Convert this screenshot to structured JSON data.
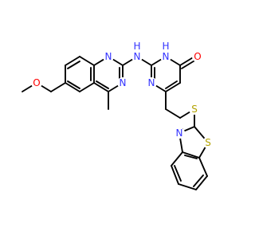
{
  "figure": {
    "kind": "chemical structure",
    "background": "#ffffff",
    "bond_color": "#000000"
  },
  "atom_colors": {
    "N": "#3333ff",
    "O": "#ff0000",
    "S": "#b2a200"
  },
  "atom_labels": {
    "N_q1": "N",
    "N_q3": "N",
    "NH_link": "N",
    "H_link": "H",
    "N_pyr1": "N",
    "H_pyr": "H",
    "N_pyr3": "N",
    "O_carbonyl": "O",
    "O_ether": "O",
    "S_thioether": "S",
    "N_bzt": "N",
    "S_bzt": "S"
  }
}
